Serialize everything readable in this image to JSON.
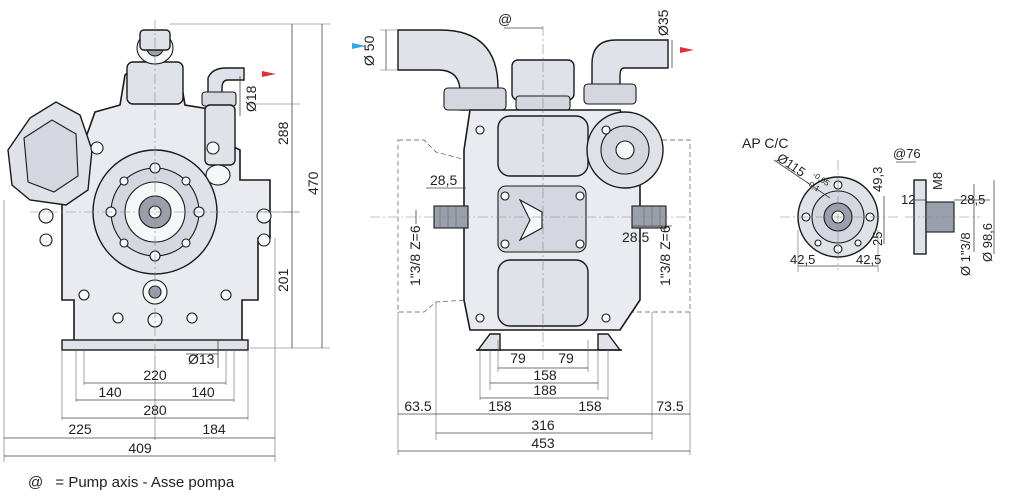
{
  "legend": {
    "symbol": "@",
    "text": "= Pump axis - Asse pompa"
  },
  "front_view": {
    "dims": {
      "w409": "409",
      "w225": "225",
      "w184": "184",
      "w280": "280",
      "w140a": "140",
      "w140b": "140",
      "w220": "220",
      "hole": "Ø13",
      "h470": "470",
      "h288": "288",
      "h201": "201",
      "dia18": "Ø18"
    }
  },
  "side_view": {
    "axis_marker": "@",
    "dims": {
      "dia50": "Ø 50",
      "dia35": "Ø35",
      "d28_5": "28,5",
      "d28_5b": "28.5",
      "thread_left": "1\"3/8 Z=6",
      "thread_right": "1\"3/8 Z=6",
      "w79a": "79",
      "w79b": "79",
      "w158": "158",
      "w188": "188",
      "w63_5": "63.5",
      "w158a": "158",
      "w158b": "158",
      "w73_5": "73.5",
      "w316": "316",
      "w453": "453"
    }
  },
  "flange_view": {
    "title": "AP C/C",
    "dims": {
      "dia115": "Ø115",
      "tol_upper": "-0,05",
      "tol_lower": "-0,1",
      "dia76": "@76",
      "m8": "M8",
      "d49_3": "49,3",
      "d12": "12",
      "d28_5": "28,5",
      "d25": "25",
      "d42_5a": "42,5",
      "d42_5b": "42,5",
      "thread": "Ø 1\"3/8",
      "dia98_6": "Ø 98,6"
    }
  },
  "colors": {
    "arrow_in": "#2fa8e0",
    "arrow_out": "#e0303a",
    "body": "#e9ebf0"
  }
}
